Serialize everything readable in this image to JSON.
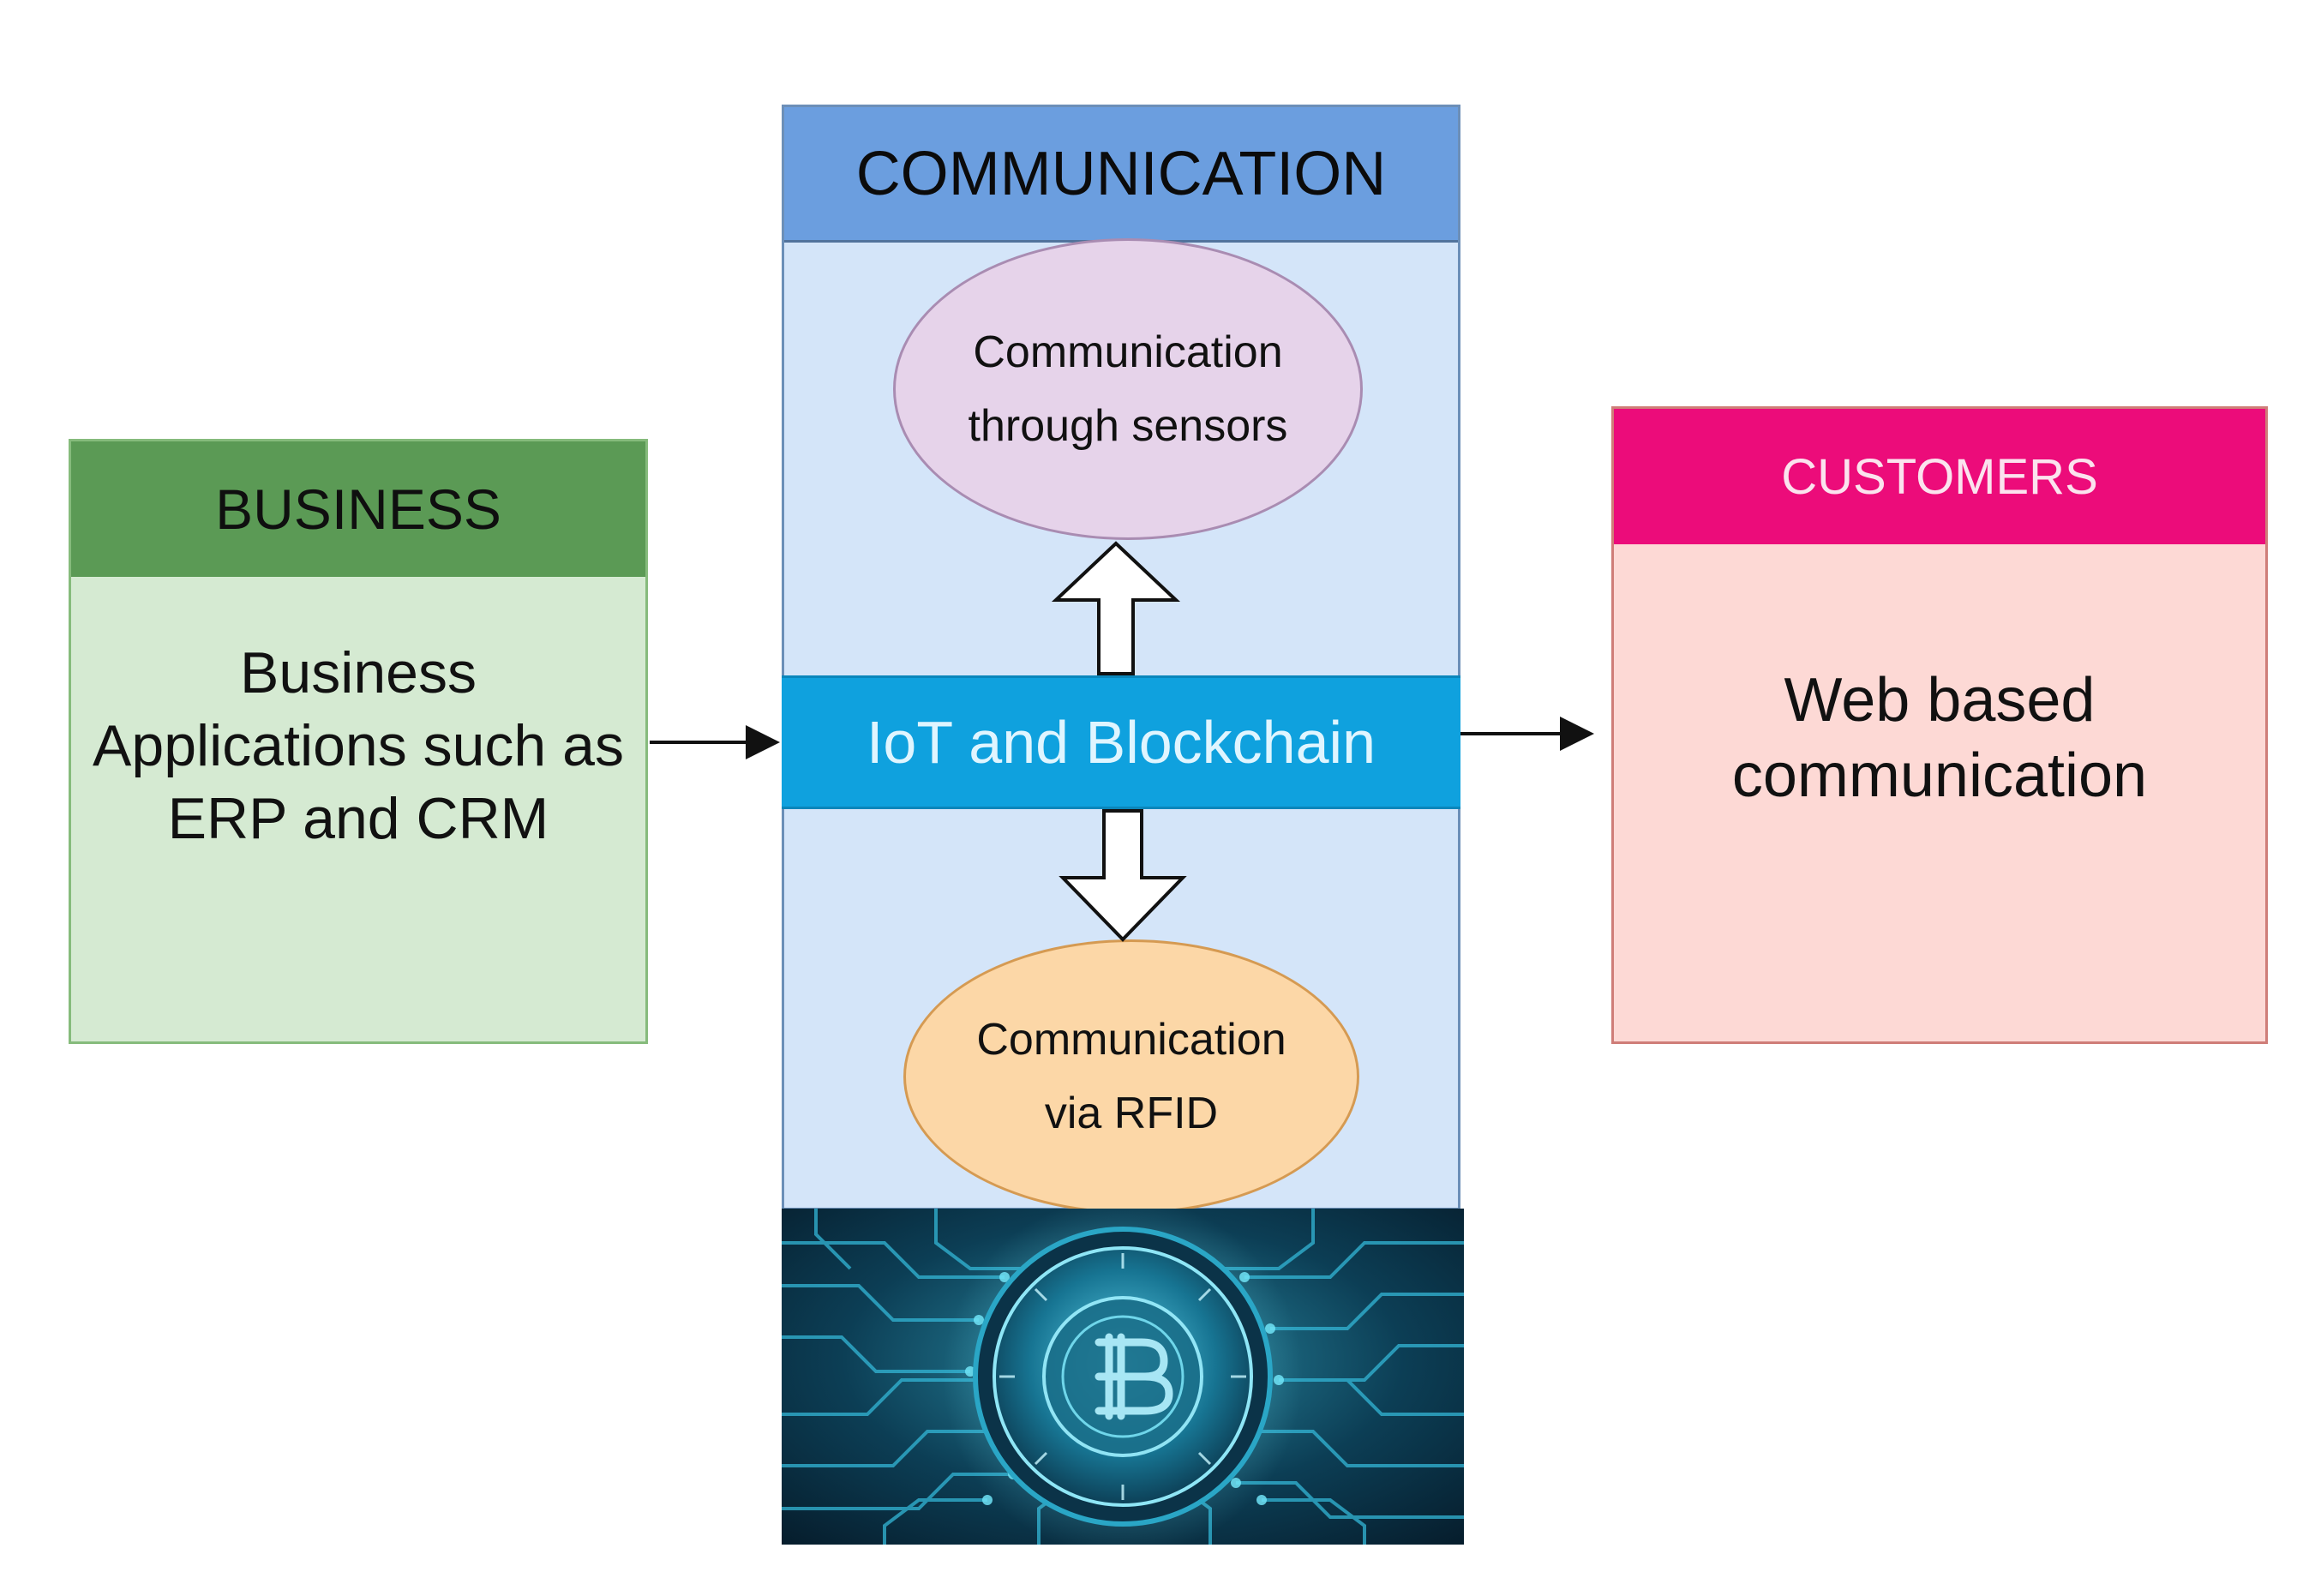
{
  "business": {
    "title": "BUSINESS",
    "body": "Business Applications such as ERP and CRM"
  },
  "communication": {
    "title": "COMMUNICATION",
    "sensors": "Communication through sensors",
    "center": "IoT and Blockchain",
    "rfid": "Communication via RFID"
  },
  "customers": {
    "title": "CUSTOMERS",
    "body": "Web based communication"
  },
  "colors": {
    "business_header": "#5b9a55",
    "business_body": "#d5ead2",
    "communication_header": "#6b9edf",
    "communication_body": "#d4e5f9",
    "iot_band": "#0fa1de",
    "sensors_ellipse": "#e6d3ea",
    "rfid_ellipse": "#fcd7a7",
    "customers_header": "#ec0c7a",
    "customers_body": "#fdd9d5"
  },
  "image": {
    "icon": "bitcoin-vault-circuit-icon"
  }
}
